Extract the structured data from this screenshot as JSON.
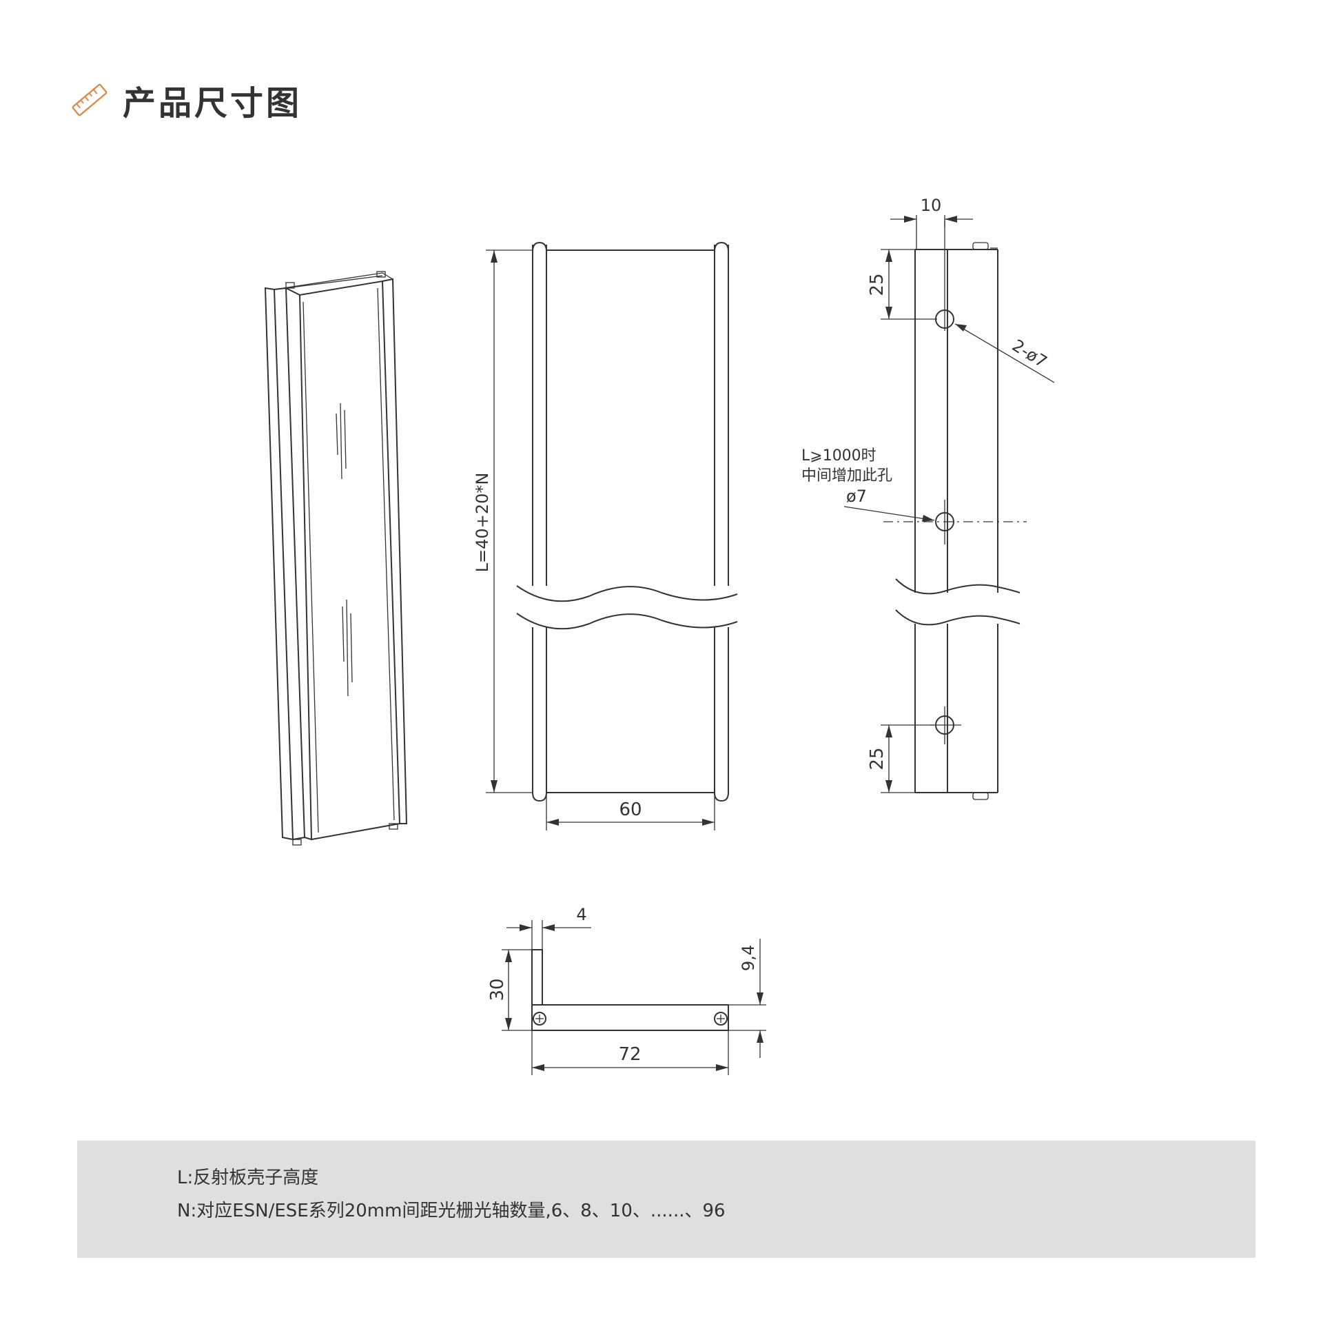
{
  "header": {
    "title": "产品尺寸图",
    "icon": "ruler-icon",
    "accent_color": "#e08a4a"
  },
  "drawing": {
    "front_view": {
      "height_label": "L=40+20*N",
      "width_label": "60"
    },
    "side_view": {
      "top_offset_label": "10",
      "top_hole_distance_label": "25",
      "hole_callout_label": "2-ø7",
      "middle_note_line1": "L⩾1000时",
      "middle_note_line2": "中间增加此孔",
      "middle_hole_label": "ø7",
      "bottom_hole_distance_label": "25"
    },
    "section_view": {
      "thickness_label": "4",
      "height_label": "30",
      "width_label": "72",
      "base_height_label": "9,4"
    }
  },
  "notes": {
    "line_l": "L:反射板壳子高度",
    "line_n": "N:对应ESN/ESE系列20mm间距光栅光轴数量,6、8、10、......、96"
  }
}
